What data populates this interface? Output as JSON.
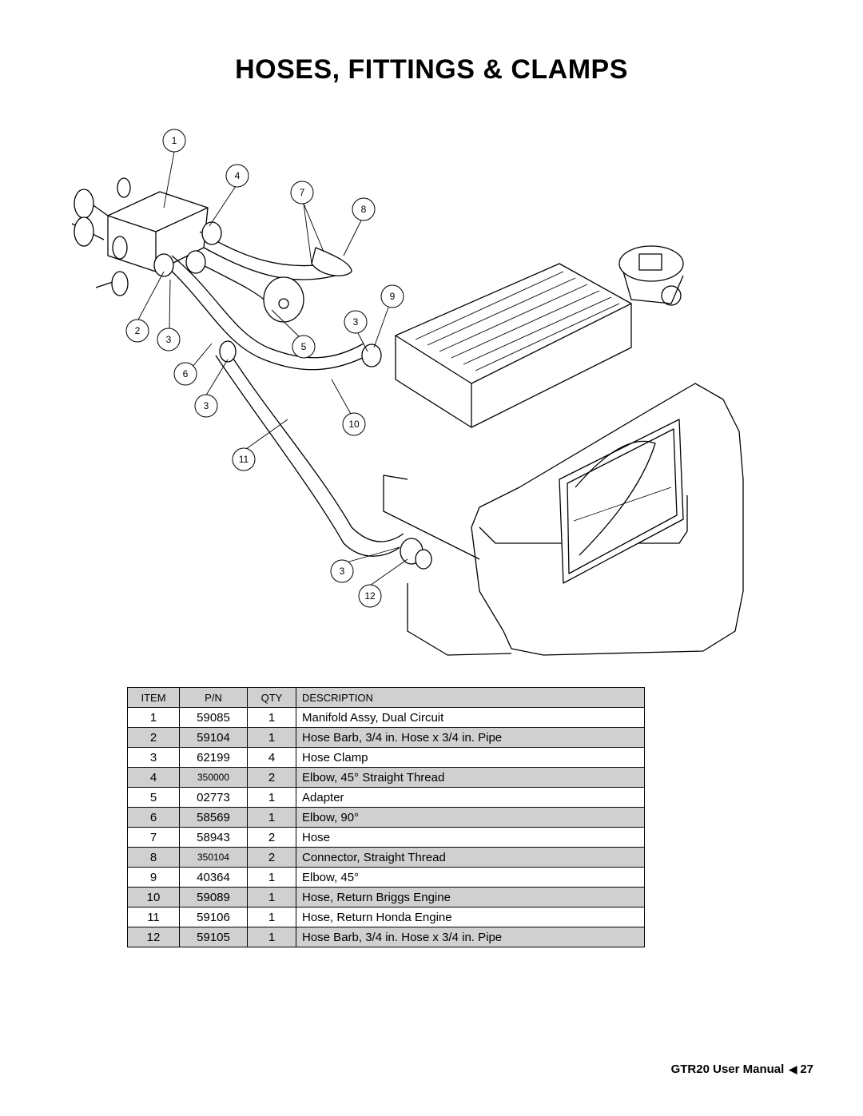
{
  "page": {
    "title": "HOSES, FITTINGS & CLAMPS",
    "footer_manual": "GTR20 User Manual",
    "footer_page": "27"
  },
  "callouts": [
    "1",
    "4",
    "7",
    "8",
    "9",
    "2",
    "3",
    "5",
    "6",
    "3",
    "10",
    "11",
    "3",
    "12"
  ],
  "table": {
    "headers": [
      "ITEM",
      "P/N",
      "QTY",
      "DESCRIPTION"
    ],
    "rows": [
      {
        "item": "1",
        "pn": "59085",
        "qty": "1",
        "desc": "Manifold Assy, Dual Circuit"
      },
      {
        "item": "2",
        "pn": "59104",
        "qty": "1",
        "desc": "Hose Barb, 3/4 in. Hose x 3/4 in. Pipe"
      },
      {
        "item": "3",
        "pn": "62199",
        "qty": "4",
        "desc": "Hose Clamp"
      },
      {
        "item": "4",
        "pn": "350000",
        "qty": "2",
        "desc": "Elbow, 45° Straight Thread"
      },
      {
        "item": "5",
        "pn": "02773",
        "qty": "1",
        "desc": "Adapter"
      },
      {
        "item": "6",
        "pn": "58569",
        "qty": "1",
        "desc": "Elbow, 90°"
      },
      {
        "item": "7",
        "pn": "58943",
        "qty": "2",
        "desc": "Hose"
      },
      {
        "item": "8",
        "pn": "350104",
        "qty": "2",
        "desc": "Connector, Straight Thread"
      },
      {
        "item": "9",
        "pn": "40364",
        "qty": "1",
        "desc": "Elbow, 45°"
      },
      {
        "item": "10",
        "pn": "59089",
        "qty": "1",
        "desc": "Hose, Return Briggs Engine"
      },
      {
        "item": "11",
        "pn": "59106",
        "qty": "1",
        "desc": "Hose, Return Honda Engine"
      },
      {
        "item": "12",
        "pn": "59105",
        "qty": "1",
        "desc": "Hose Barb, 3/4 in. Hose x 3/4 in. Pipe"
      }
    ]
  }
}
